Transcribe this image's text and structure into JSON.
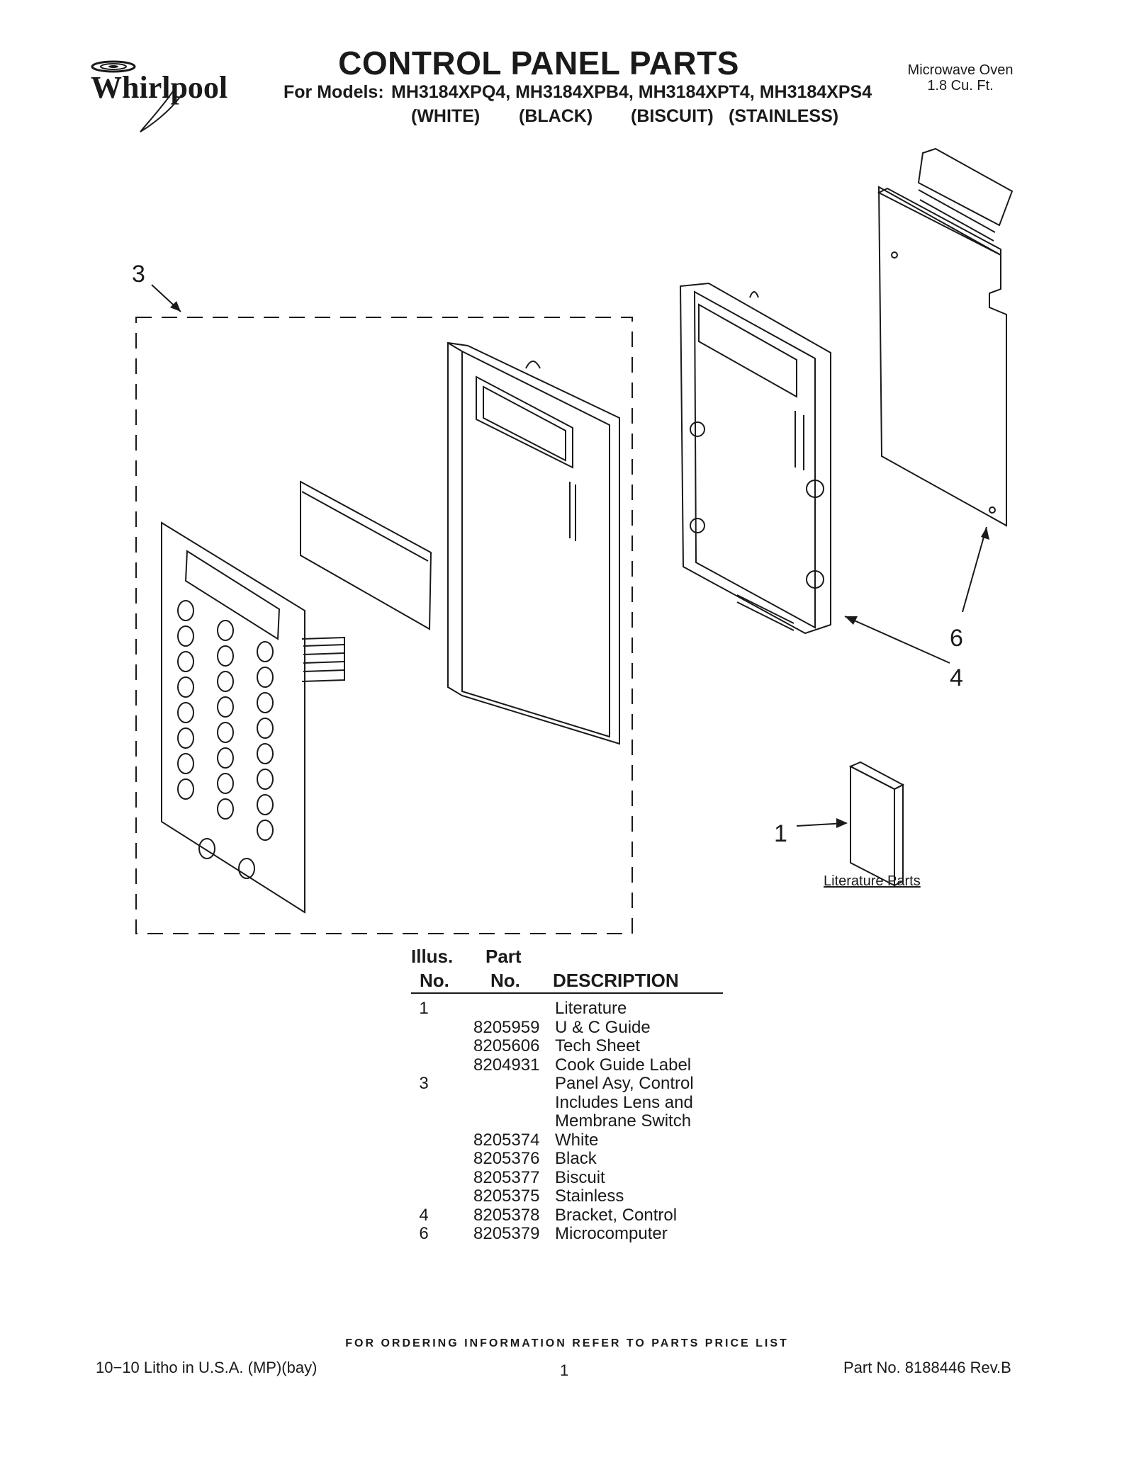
{
  "header": {
    "brand": "Whirlpool",
    "title": "CONTROL PANEL PARTS",
    "models_label": "For Models:",
    "models": "MH3184XPQ4, MH3184XPB4, MH3184XPT4, MH3184XPS4",
    "variants": [
      "(WHITE)",
      "(BLACK)",
      "(BISCUIT)",
      "(STAINLESS)"
    ],
    "appliance": "Microwave Oven",
    "capacity": "1.8 Cu. Ft."
  },
  "diagram": {
    "callouts": [
      "3",
      "6",
      "4",
      "1"
    ],
    "literature_label": "Literature Parts"
  },
  "parts_table": {
    "headers": {
      "illus_1": "Illus.",
      "illus_2": "No.",
      "part_1": "Part",
      "part_2": "No.",
      "description": "DESCRIPTION"
    },
    "rows": [
      {
        "illus": "1",
        "part": "",
        "desc": "Literature"
      },
      {
        "illus": "",
        "part": "8205959",
        "desc": "U & C Guide"
      },
      {
        "illus": "",
        "part": "8205606",
        "desc": "Tech Sheet"
      },
      {
        "illus": "",
        "part": "8204931",
        "desc": "Cook Guide Label"
      },
      {
        "illus": "3",
        "part": "",
        "desc": "Panel Asy, Control"
      },
      {
        "illus": "",
        "part": "",
        "desc": "Includes Lens and"
      },
      {
        "illus": "",
        "part": "",
        "desc": "Membrane Switch"
      },
      {
        "illus": "",
        "part": "8205374",
        "desc": "White"
      },
      {
        "illus": "",
        "part": "8205376",
        "desc": "Black"
      },
      {
        "illus": "",
        "part": "8205377",
        "desc": "Biscuit"
      },
      {
        "illus": "",
        "part": "8205375",
        "desc": "Stainless"
      },
      {
        "illus": "4",
        "part": "8205378",
        "desc": "Bracket, Control"
      },
      {
        "illus": "6",
        "part": "8205379",
        "desc": "Microcomputer"
      }
    ]
  },
  "footer": {
    "ordering_note": "FOR ORDERING INFORMATION REFER TO PARTS PRICE LIST",
    "litho": "10−10 Litho in U.S.A. (MP)(bay)",
    "page": "1",
    "part_no": "Part No. 8188446 Rev.B"
  }
}
